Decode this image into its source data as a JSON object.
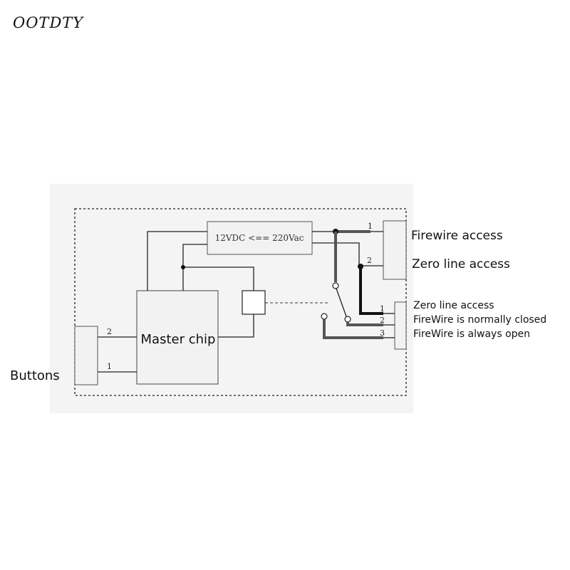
{
  "brand": "OOTDTY",
  "diagram": {
    "converter_label": "12VDC <== 220Vac",
    "chip_label": "Master chip",
    "buttons_label": "Buttons",
    "button_pins": {
      "pin2": "2",
      "pin1": "1"
    },
    "top_right_pins": {
      "pin1": "1",
      "pin2": "2"
    },
    "top_right_labels": {
      "firewire_access": "Firewire access",
      "zero_line_access": "Zero line access"
    },
    "bottom_right_pins": {
      "pin1": "1",
      "pin2": "2",
      "pin3": "3"
    },
    "bottom_right_labels": {
      "zero_line_access": "Zero line access",
      "normally_closed": "FireWire is normally closed",
      "always_open": "FireWire is always open"
    }
  }
}
